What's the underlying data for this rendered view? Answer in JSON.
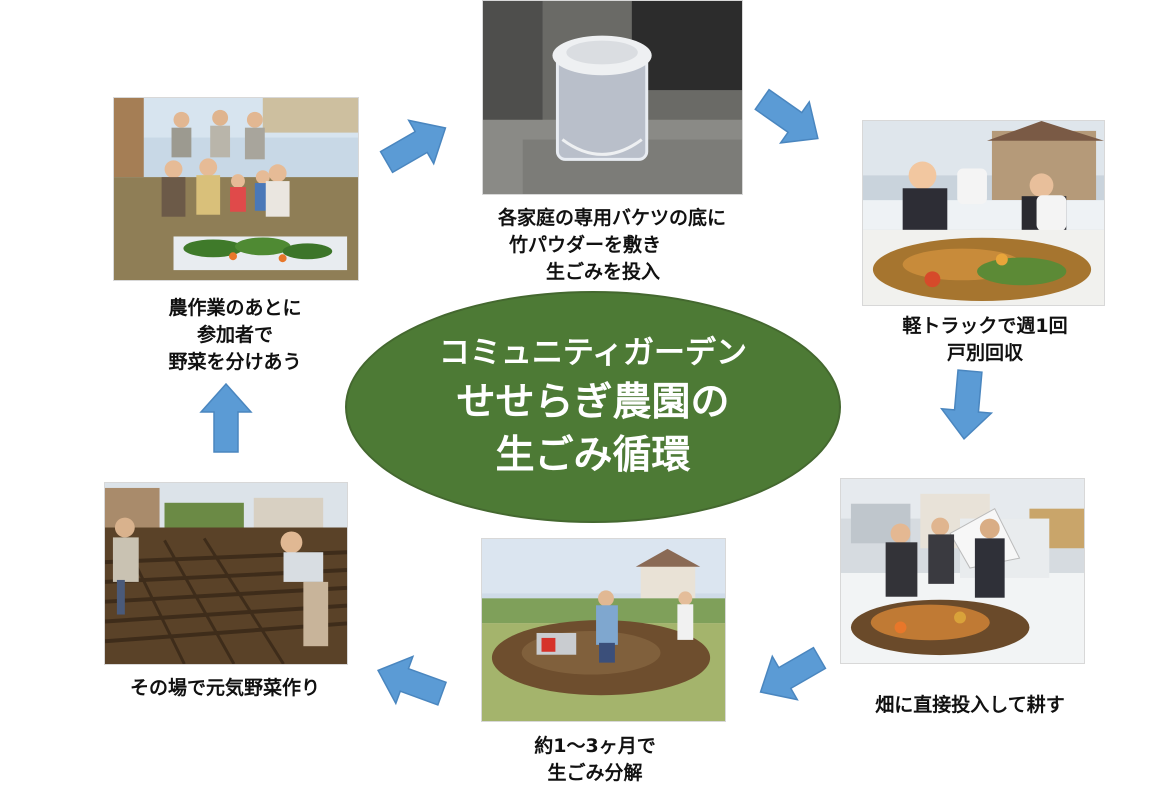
{
  "center": {
    "line1": "コミュニティガーデン",
    "line2": "せせらぎ農園の",
    "line3": "生ごみ循環"
  },
  "steps": [
    {
      "id": "bucket",
      "lines": [
        "各家庭の専用バケツの底に",
        "竹パウダーを敷き",
        "生ごみを投入"
      ]
    },
    {
      "id": "collect",
      "lines": [
        "軽トラックで週1回",
        "戸別回収"
      ]
    },
    {
      "id": "till",
      "lines": [
        "畑に直接投入して耕す"
      ]
    },
    {
      "id": "decompose",
      "lines": [
        "約1～3ヶ月で",
        "生ごみ分解"
      ]
    },
    {
      "id": "grow",
      "lines": [
        "その場で元気野菜作り"
      ]
    },
    {
      "id": "share",
      "lines": [
        "農作業のあとに",
        "参加者で",
        "野菜を分けあう"
      ]
    }
  ],
  "colors": {
    "ellipse": "#4d7a35",
    "arrow": "#5b9bd5",
    "caption": "#111111"
  }
}
